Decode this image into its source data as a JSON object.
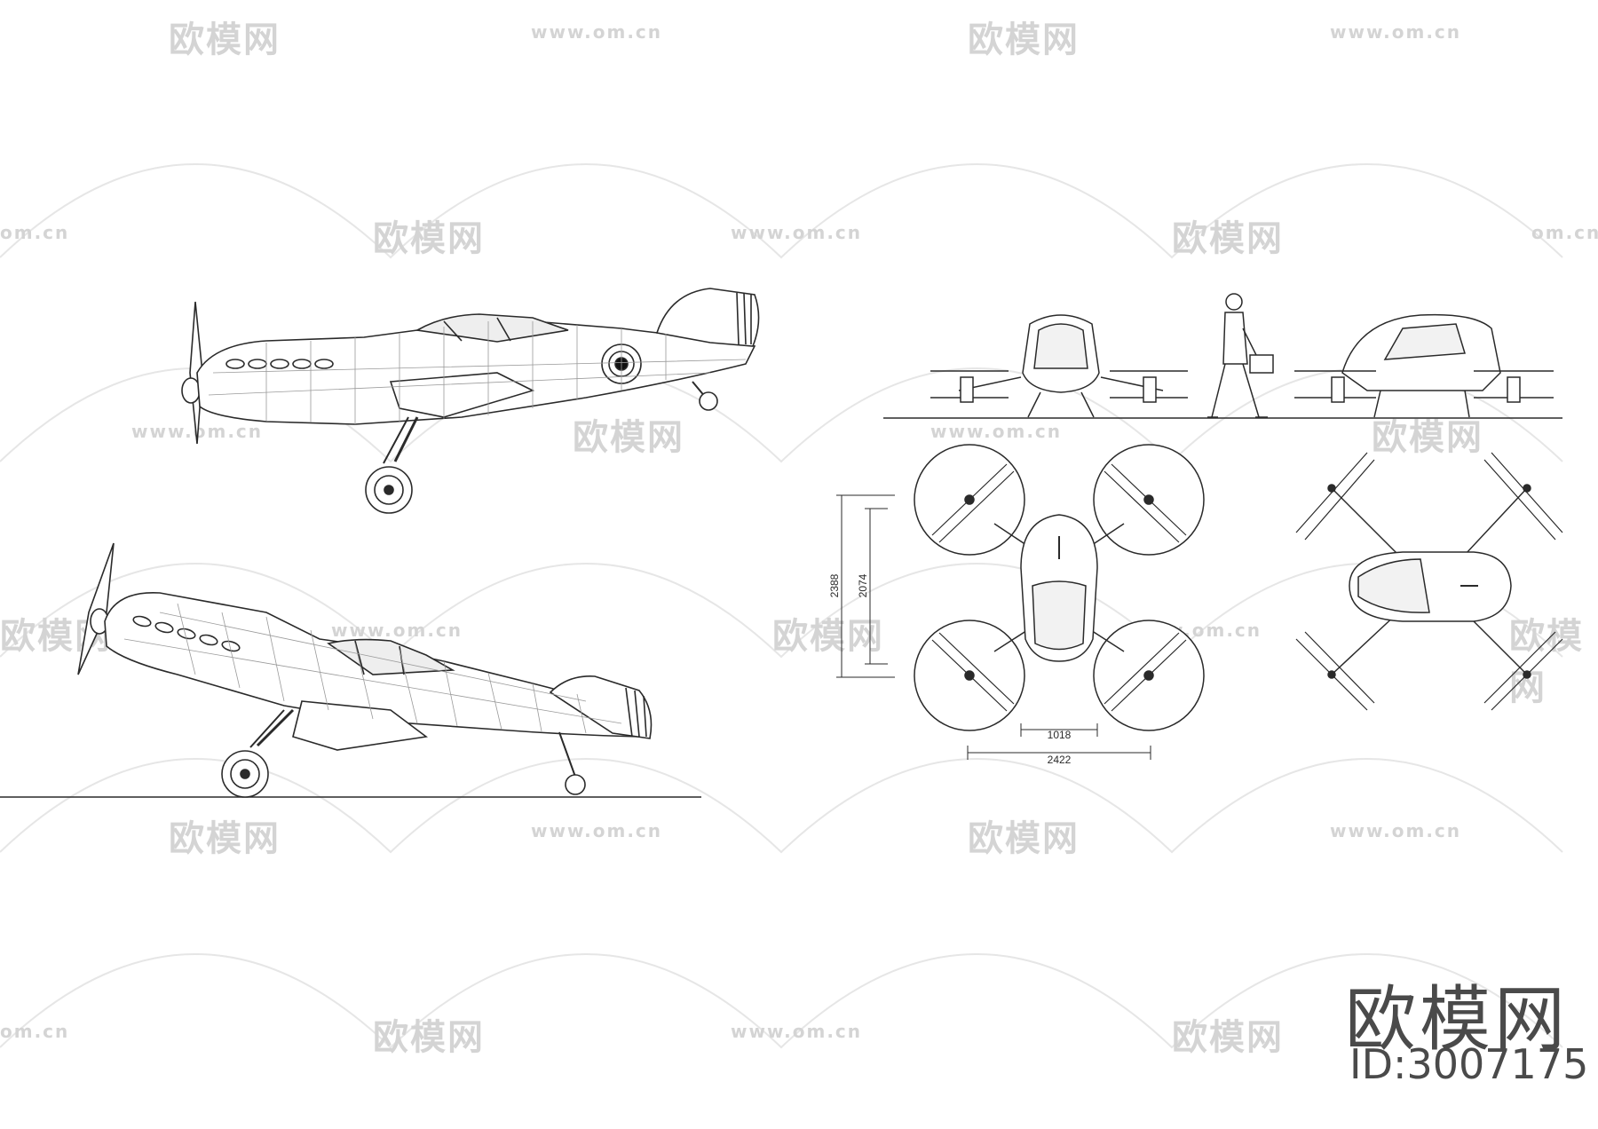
{
  "watermark": {
    "brand_cn": "欧模网",
    "url": "www.om.cn",
    "url_partial": "om.cn",
    "id_label": "ID:3007175"
  },
  "dimensions": {
    "overall_length": "2388",
    "body_length": "2074",
    "body_width": "1018",
    "overall_width": "2422"
  },
  "colors": {
    "line": "#2a2a2a",
    "watermark": "#d4d4d4",
    "brand": "#4a4a4a"
  }
}
